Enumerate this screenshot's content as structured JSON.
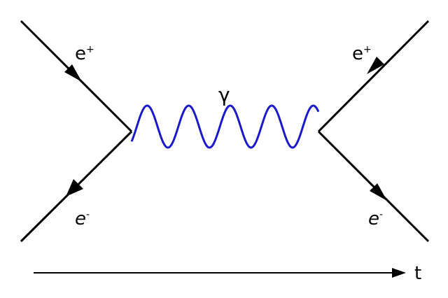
{
  "particles": {
    "positron_in": {
      "base": "e",
      "charge": "+"
    },
    "electron_in": {
      "base": "e",
      "charge": "-"
    },
    "positron_out": {
      "base": "e",
      "charge": "+"
    },
    "electron_out": {
      "base": "e",
      "charge": "-"
    },
    "photon": "γ"
  },
  "time_axis": {
    "label": "t"
  },
  "colors": {
    "fermion_line": "#000000",
    "photon_line": "#1a1acc"
  }
}
